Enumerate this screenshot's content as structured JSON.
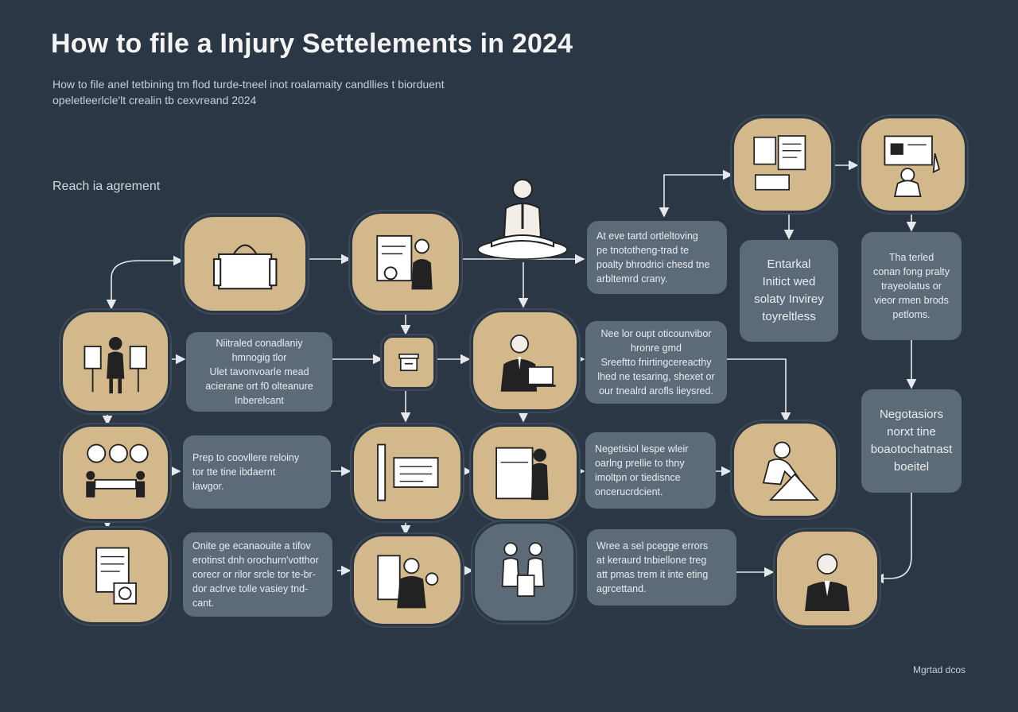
{
  "header": {
    "title": "How to file a Injury Settelements in 2024",
    "subtitle_lines": [
      "How to file anel tetbining tm flod turde-tneel inot roalamaity candllies t biorduent",
      "opeletleerlcle'lt crealin tb cexvreand 2024"
    ]
  },
  "section_label": "Reach ia agrement",
  "footer_note": "Mgrtad dcos",
  "boxes": {
    "b1": [
      "At eve tartd ortleltoving",
      "pe tnototheng-trad te",
      "poalty bhrodrici chesd tne",
      "arbltemrd crany."
    ],
    "b2": [
      "Entarkal",
      "Initict wed",
      "solaty Invirey",
      "toyreltless"
    ],
    "b3": [
      "Tha terled",
      "conan fong pralty",
      "trayeolatus or",
      "vieor rmen brods",
      "petloms."
    ],
    "b4": [
      "Niitraled conadlaniy",
      "hmnogig tlor",
      "Ulet tavonvoarle mead",
      "acierane ort f0 olteanure",
      "Inberelcant"
    ],
    "b5": [
      "Nee lor oupt oticounvibor",
      "hronre gmd",
      "Sreeftto fnirtingcereacthy",
      "lhed ne tesaring, shexet or",
      "our tnealrd arofls lieysred."
    ],
    "b6": [
      "Negotasiors",
      "norxt tine",
      "boaotochatnast",
      "boeitel"
    ],
    "b7": [
      "Prep to coovllere reloiny",
      "tor tte tine ibdaernt",
      "lawgor."
    ],
    "b8": [
      "Negetisiol lespe wleir",
      "oarlng prellie to thny",
      "imoltpn or tiedisnce",
      "oncerucrdcient."
    ],
    "b9": [
      "Onite ge ecanaouite a tifov",
      "erotinst dnh orochurn'votthor",
      "corecr or rilor srcle tor te-br-",
      "dor aclrve tolle vasiey tnd-",
      "cant."
    ],
    "b10": [
      "Wree a sel pcegge errors",
      "at keraurd tnbiellone treg",
      "att pmas trem it inte eting",
      "agrcettand."
    ]
  },
  "icons": {
    "n1": "bag-icon",
    "n2": "whiteboard-presenter-icon",
    "n3": "lawyer-with-book-icon",
    "n4": "document-set-icon",
    "n5": "computer-assist-icon",
    "n6": "courtroom-figure-icon",
    "n7": "small-box-icon",
    "n8": "lawyer-laptop-icon",
    "n9": "group-meeting-icon",
    "n10": "document-board-icon",
    "n11": "man-at-board-icon",
    "n12": "signing-figure-icon",
    "n13": "contract-stamp-icon",
    "n14": "presenter-easel-icon",
    "n15": "consultation-group-icon",
    "n16": "businessman-icon"
  },
  "colors": {
    "background": "#2b3745",
    "node_fill": "#d3b88c",
    "box_fill": "#5d6a78",
    "arrow": "#e6e9ec"
  }
}
